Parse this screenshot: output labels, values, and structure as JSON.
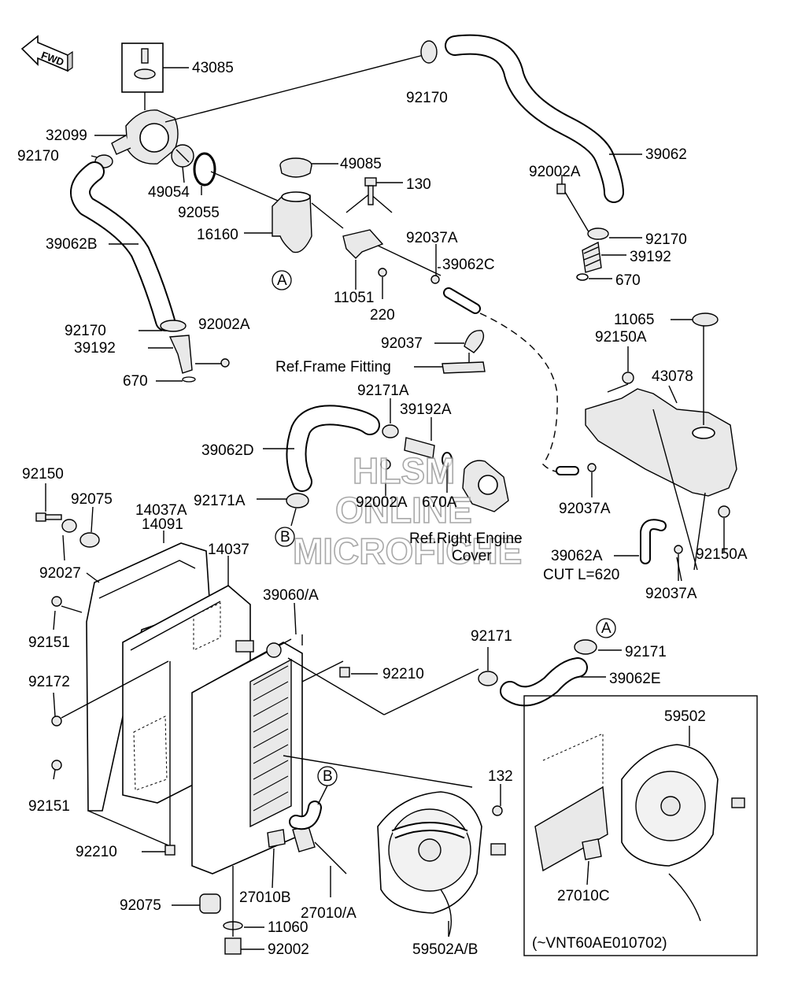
{
  "watermark": {
    "line1": "HLSM",
    "line2": "ONLINE",
    "line3": "MICROFICHE"
  },
  "arrow_label": "FWD",
  "callouts": {
    "A": "A",
    "B": "B"
  },
  "labels": {
    "p43085": "43085",
    "p32099": "32099",
    "p92170_a": "92170",
    "p92170_b": "92170",
    "p92170_c": "92170",
    "p92170_d": "92170",
    "p49054": "49054",
    "p92055": "92055",
    "p16160": "16160",
    "p39062B": "39062B",
    "p39062": "39062",
    "p49085": "49085",
    "p130": "130",
    "p92002A_a": "92002A",
    "p92002A_b": "92002A",
    "p92002A_c": "92002A",
    "p92037A_a": "92037A",
    "p92037A_b": "92037A",
    "p92037A_c": "92037A",
    "p39062C": "39062C",
    "p11051": "11051",
    "p220": "220",
    "p39192_a": "39192",
    "p39192_b": "39192",
    "p670_a": "670",
    "p670_b": "670",
    "p11065": "11065",
    "p92150A_a": "92150A",
    "p92150A_b": "92150A",
    "p43078": "43078",
    "p92037": "92037",
    "ref_frame": "Ref.Frame Fitting",
    "p92171A_a": "92171A",
    "p92171A_b": "92171A",
    "p39192A": "39192A",
    "p39062D": "39062D",
    "p670A": "670A",
    "ref_engine_1": "Ref.Right Engine",
    "ref_engine_2": "Cover",
    "p39062A": "39062A",
    "cut": "CUT L=620",
    "p92150": "92150",
    "p92075_a": "92075",
    "p92075_b": "92075",
    "p14037A": "14037A",
    "p14091": "14091",
    "p92027": "92027",
    "p14037": "14037",
    "p39060A": "39060/A",
    "p92151_a": "92151",
    "p92151_b": "92151",
    "p92171_a": "92171",
    "p92171_b": "92171",
    "p92210_a": "92210",
    "p92210_b": "92210",
    "p92172": "92172",
    "p39062E": "39062E",
    "p59502": "59502",
    "p132": "132",
    "p27010B": "27010B",
    "p27010A": "27010/A",
    "p11060": "11060",
    "p92002": "92002",
    "p59502AB": "59502A/B",
    "p27010C": "27010C",
    "serial": "(~VNT60AE010702)"
  }
}
